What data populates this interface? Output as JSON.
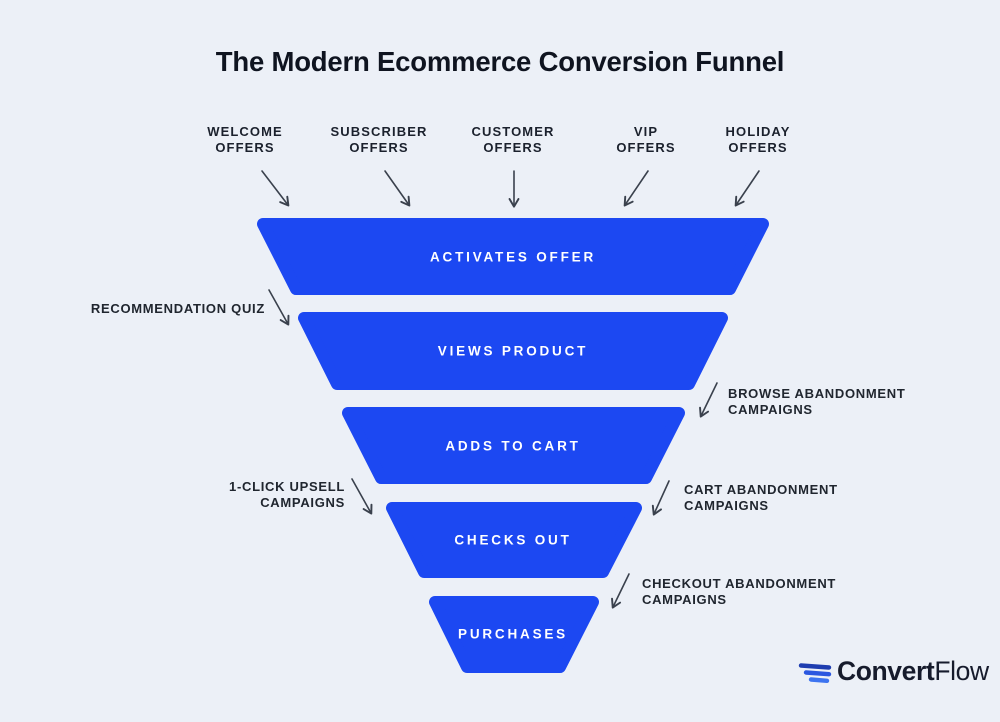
{
  "title": "The Modern Ecommerce Conversion Funnel",
  "top_labels": [
    {
      "line1": "WELCOME",
      "line2": "OFFERS"
    },
    {
      "line1": "SUBSCRIBER",
      "line2": "OFFERS"
    },
    {
      "line1": "CUSTOMER",
      "line2": "OFFERS"
    },
    {
      "line1": "VIP",
      "line2": "OFFERS"
    },
    {
      "line1": "HOLIDAY",
      "line2": "OFFERS"
    }
  ],
  "stages": [
    {
      "label": "ACTIVATES OFFER"
    },
    {
      "label": "VIEWS PRODUCT"
    },
    {
      "label": "ADDS TO CART"
    },
    {
      "label": "CHECKS OUT"
    },
    {
      "label": "PURCHASES"
    }
  ],
  "side_labels": {
    "recommendation_quiz": {
      "text": "RECOMMENDATION QUIZ"
    },
    "browse_abandonment": {
      "line1": "BROWSE ABANDONMENT",
      "line2": "CAMPAIGNS"
    },
    "one_click_upsell": {
      "line1": "1-CLICK UPSELL",
      "line2": "CAMPAIGNS"
    },
    "cart_abandonment": {
      "line1": "CART ABANDONMENT",
      "line2": "CAMPAIGNS"
    },
    "checkout_abandonment": {
      "line1": "CHECKOUT ABANDONMENT",
      "line2": "CAMPAIGNS"
    }
  },
  "logo": {
    "name": "ConvertFlow",
    "bold": "Convert",
    "light": "Flow",
    "icon": "wing-icon"
  },
  "colors": {
    "background": "#ecf0f7",
    "funnel_blue": "#1c48f2",
    "arrow": "#3a414d",
    "title_text": "#0f1420",
    "label_text": "#20262f",
    "stage_text": "#ffffff",
    "logo_text": "#161b2c",
    "logo_icon_top": "#1e3db0",
    "logo_icon_mid": "#2b57e0",
    "logo_icon_bottom": "#3d74f0"
  }
}
